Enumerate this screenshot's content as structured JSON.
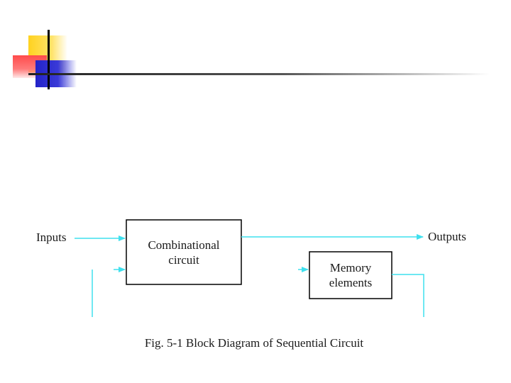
{
  "diagram": {
    "inputs_label": "Inputs",
    "outputs_label": "Outputs",
    "combinational": {
      "line1": "Combinational",
      "line2": "circuit"
    },
    "memory": {
      "line1": "Memory",
      "line2": "elements"
    },
    "caption": "Fig. 5-1  Block Diagram of Sequential Circuit"
  },
  "colors": {
    "wire": "#3fe0ee",
    "box_stroke": "#000000",
    "text": "#1a1a1a"
  }
}
